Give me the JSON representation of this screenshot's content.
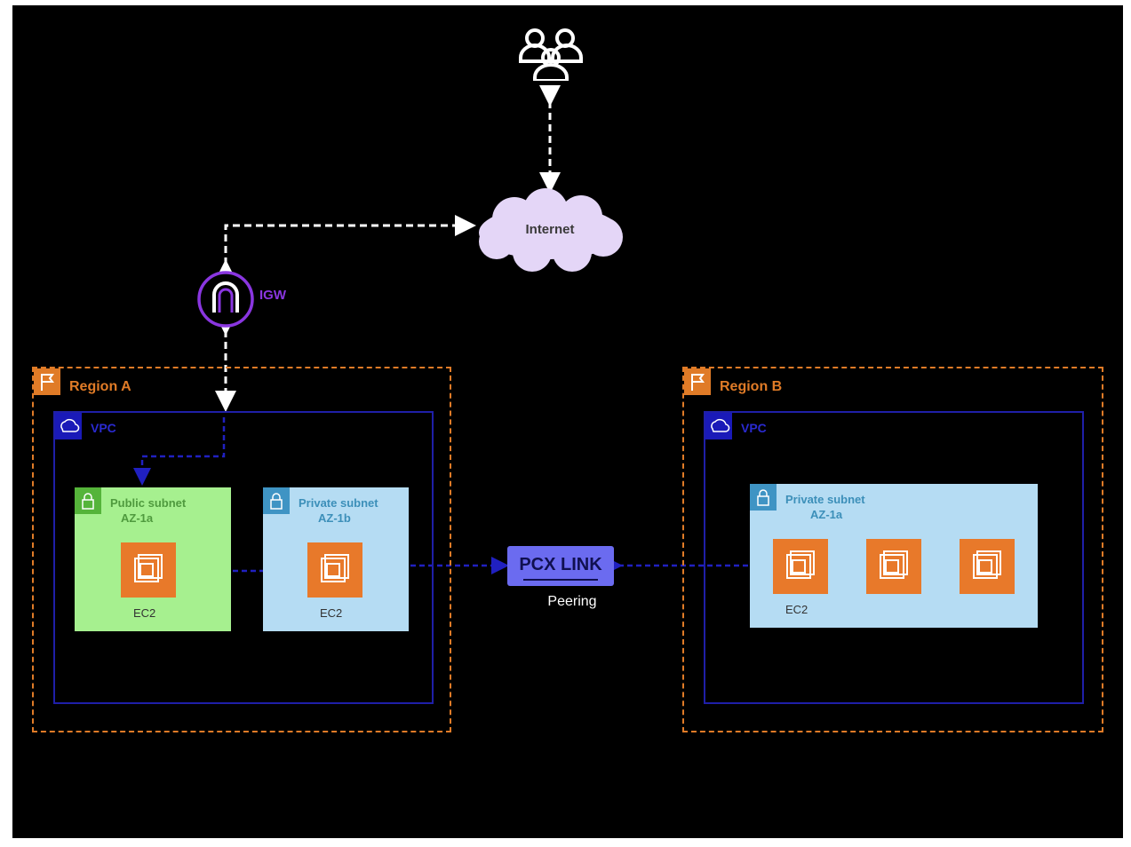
{
  "internet": {
    "label": "Internet"
  },
  "igw": {
    "label": "IGW"
  },
  "region_a": {
    "label": "Region A",
    "vpc_label": "VPC",
    "public_subnet": {
      "title": "Public subnet",
      "az": "AZ-1a",
      "ec2_label": "EC2"
    },
    "private_subnet": {
      "title": "Private subnet",
      "az": "AZ-1b",
      "ec2_label": "EC2"
    }
  },
  "region_b": {
    "label": "Region B",
    "vpc_label": "VPC",
    "private_subnet": {
      "title": "Private subnet",
      "az": "AZ-1a",
      "ec2_label": "EC2"
    }
  },
  "peering": {
    "link_label": "PCX LINK",
    "caption": "Peering"
  },
  "colors": {
    "background": "#000000",
    "region_border": "#e07b27",
    "vpc_border": "#1f1fa8",
    "public_subnet": "#a6f08f",
    "private_subnet": "#b5dcf3",
    "ec2": "#e8792a",
    "pcx_link": "#6b6bf0",
    "igw": "#8a36e0",
    "internet_cloud": "#e4d6f7",
    "white_arrow": "#ffffff",
    "blue_arrow": "#2020c0"
  },
  "icons": {
    "users": "users-icon",
    "cloud": "cloud-icon",
    "igw": "internet-gateway-icon",
    "region": "region-flag-icon",
    "vpc": "vpc-icon",
    "subnet": "lock-icon",
    "ec2": "ec2-instance-icon"
  }
}
